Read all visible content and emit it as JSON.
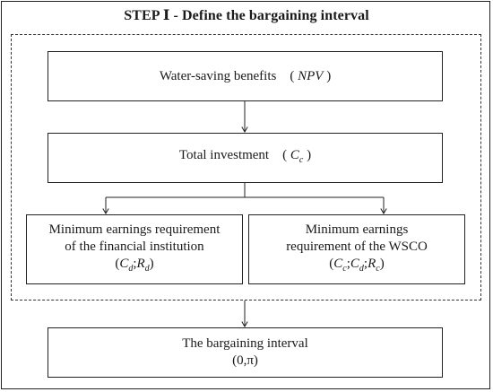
{
  "title": "STEP Ⅰ - Define the bargaining interval",
  "boxes": {
    "npv": {
      "label": "Water-saving benefits",
      "formula_open": "(",
      "formula_var": "NPV",
      "formula_close": ")"
    },
    "investment": {
      "label": "Total investment",
      "formula_open": "(",
      "formula_var": "C",
      "formula_sub": "c",
      "formula_close": ")"
    },
    "financial": {
      "line1": "Minimum earnings requirement",
      "line2": "of the financial institution",
      "formula_open": "(",
      "var1": "C",
      "sub1": "d",
      "sep": ";",
      "var2": "R",
      "sub2": "d",
      "formula_close": ")"
    },
    "wsco": {
      "line1": "Minimum earnings",
      "line2": "requirement of the WSCO",
      "formula_open": "(",
      "var1": "C",
      "sub1": "c",
      "sep1": ";",
      "var2": "C",
      "sub2": "d",
      "sep2": ";",
      "var3": "R",
      "sub3": "c",
      "formula_close": ")"
    },
    "interval": {
      "label": "The bargaining interval",
      "formula": "(0,π)"
    }
  }
}
